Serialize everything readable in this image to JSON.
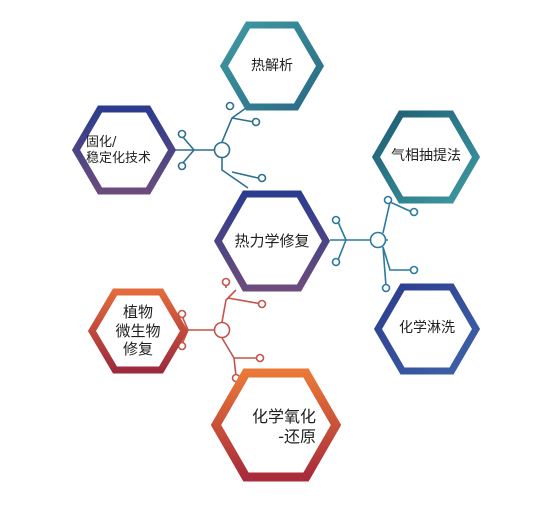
{
  "nodes": {
    "center": {
      "lines": [
        "热力学修复"
      ],
      "color_start": "#2b3c8e",
      "color_end": "#6b4c7c"
    },
    "top": {
      "lines": [
        "热解析"
      ],
      "color_start": "#3f9aa1",
      "color_end": "#2a6a85"
    },
    "upper_left": {
      "lines": [
        "固化/",
        "稳定化技术"
      ],
      "color_start": "#2b3c8e",
      "color_end": "#6b4c7c"
    },
    "upper_right": {
      "lines": [
        "气相抽提法"
      ],
      "color_start": "#1d5d73",
      "color_end": "#3f9aa1"
    },
    "right": {
      "lines": [
        "化学淋洗"
      ],
      "color_start": "#2b3c8e",
      "color_end": "#3f63a8"
    },
    "left": {
      "lines": [
        "植物",
        "微生物",
        "修复"
      ],
      "color_start": "#e36a3b",
      "color_end": "#9e2a3d"
    },
    "bottom": {
      "lines": [
        "化学氧化",
        "-还原"
      ],
      "color_start": "#ea7838",
      "color_end": "#a82c3a"
    }
  },
  "connector_colors": {
    "top_group": "#2d6f8e",
    "right_group": "#2a7aa0",
    "bottom_group": "#c4534a"
  }
}
